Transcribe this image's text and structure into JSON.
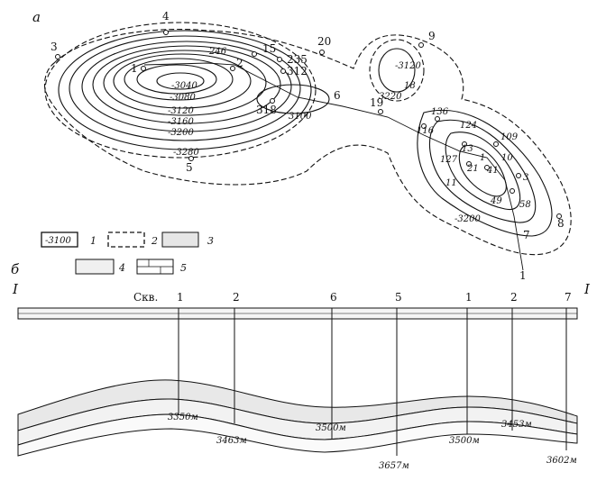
{
  "panels": {
    "a": "а",
    "b": "б"
  },
  "map": {
    "wells": [
      "4",
      "3",
      "1",
      "2",
      "15",
      "235",
      "312",
      "318",
      "20",
      "9",
      "19",
      "6",
      "5",
      "7",
      "8",
      "116",
      "136",
      "124",
      "109",
      "13",
      "1",
      "21",
      "127",
      "41",
      "10",
      "3",
      "11",
      "49",
      "58",
      "1"
    ],
    "contours": [
      "-3040",
      "-3080",
      "-3120",
      "-3160",
      "-3200",
      "-3280",
      "3100",
      "-3120",
      "18",
      "3220",
      "-3200"
    ],
    "well_246": "246"
  },
  "legend": {
    "items": [
      {
        "symbol": "-3100",
        "num": "1"
      },
      {
        "num": "2"
      },
      {
        "num": "3"
      },
      {
        "num": "4"
      },
      {
        "num": "5"
      }
    ]
  },
  "section": {
    "left_end": "I",
    "right_end": "I",
    "well_prefix": "Скв.",
    "wells": [
      "1",
      "2",
      "6",
      "5",
      "1",
      "2",
      "7"
    ],
    "depths": [
      "3350м",
      "3463м",
      "3500м",
      "3657м",
      "3500м",
      "3453м",
      "3602м"
    ]
  }
}
